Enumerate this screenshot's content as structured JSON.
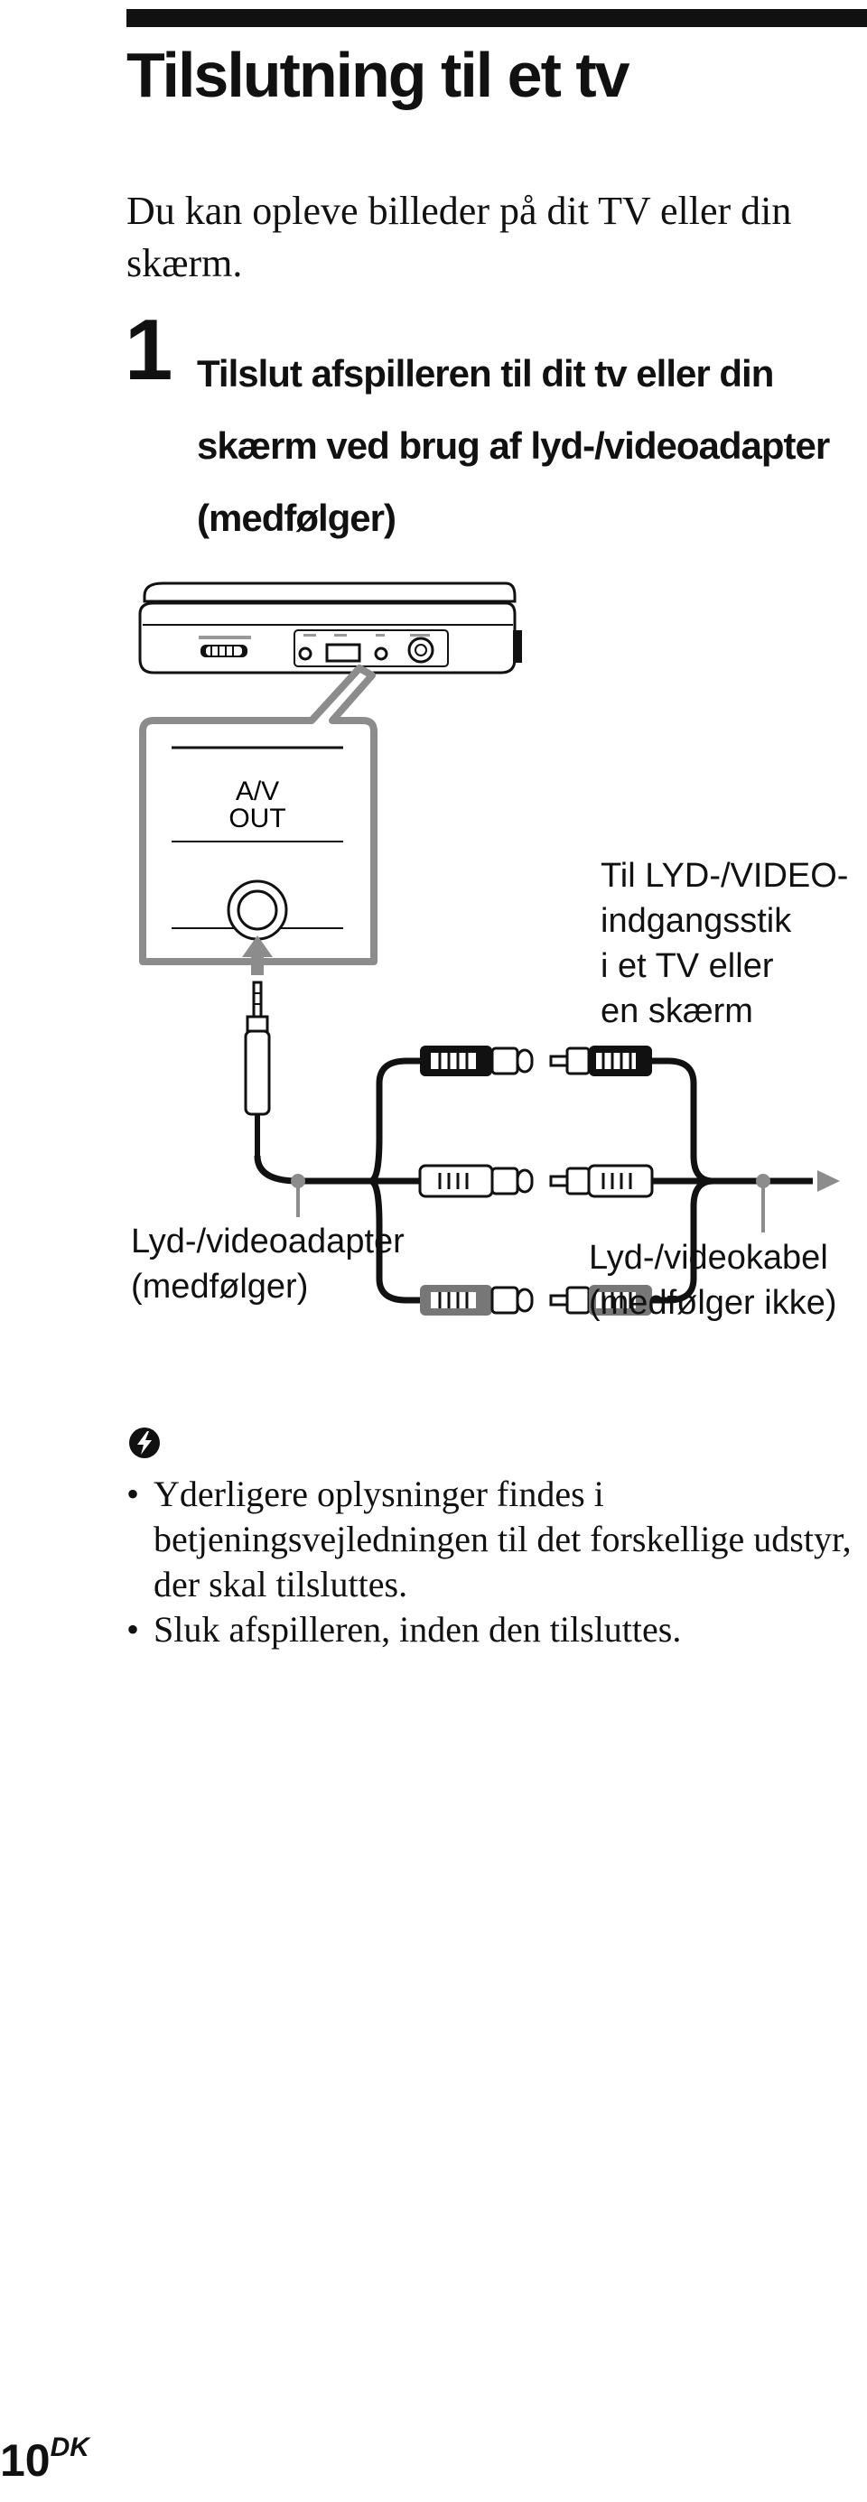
{
  "page_title": "Tilslutning til et tv",
  "intro_text": "Du kan opleve billeder på dit TV eller din skærm.",
  "step": {
    "number": "1",
    "text": "Tilslut afspilleren til dit tv eller din skærm ved brug af lyd-/videoadapter (medfølger)"
  },
  "diagram": {
    "port_label_line1": "A/V",
    "port_label_line2": "OUT",
    "input_label": [
      "Til LYD-/VIDEO-",
      "indgangsstik",
      "i et TV eller",
      "en skærm"
    ],
    "adapter_label": [
      "Lyd-/videoadapter",
      "(medfølger)"
    ],
    "cable_label": [
      "Lyd-/videokabel",
      "(medfølger ikke)"
    ]
  },
  "notes": [
    "Yderligere oplysninger findes i betjeningsvejledningen til det forskellige udstyr, der skal tilsluttes.",
    "Sluk afspilleren, inden den tilsluttes."
  ],
  "page_number": {
    "number": "10",
    "suffix": "DK"
  }
}
